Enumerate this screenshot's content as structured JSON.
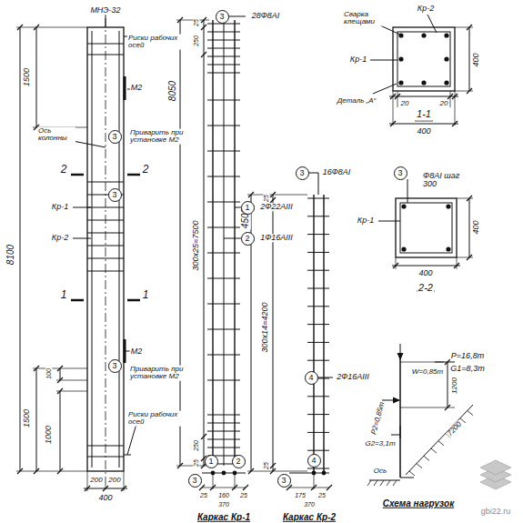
{
  "diagram": {
    "nodes": [
      {
        "text": [
          "3"
        ]
      },
      {
        "text": [
          "3"
        ]
      },
      {
        "text": [
          "3"
        ]
      },
      {
        "text": [
          "3"
        ]
      },
      {
        "text": [
          "1"
        ]
      },
      {
        "text": [
          "2"
        ]
      },
      {
        "text": [
          "3"
        ]
      },
      {
        "text": [
          "4"
        ]
      },
      {
        "text": [
          "3"
        ]
      },
      {
        "text": [
          "1"
        ]
      },
      {
        "text": [
          "2"
        ]
      },
      {
        "text": [
          "3"
        ]
      },
      {
        "text": [
          "4"
        ]
      },
      {
        "text": [
          "3"
        ]
      }
    ],
    "labels": [
      "МНЭ-32",
      "Риски рабочих осей",
      "1500",
      "М2",
      "Приварить при установке М2",
      "Ось колонны",
      "2",
      "2",
      "Кр-1",
      "Кр-2",
      "1",
      "1",
      "8100",
      "М2",
      "Приварить при установке М2",
      "Риски рабочих осей",
      "1500",
      "1000",
      "100",
      "200",
      "200",
      "400",
      "28Ф8АI",
      "25",
      "250",
      "8050",
      "300x25=7500",
      "2Ф22АIII",
      "1Ф16АIII",
      "250",
      "25",
      "16Ф8АI",
      "25",
      "4500",
      "300x14=4200",
      "2Ф16АIII",
      "25",
      "Сварка клещами",
      "Кр-2",
      "Кр-1",
      "Деталь „А“",
      "400",
      "20",
      "20",
      "1-1",
      "400",
      "Ф8АI шаг 300",
      "Кр-1",
      "400",
      "400",
      "2-2",
      "P=16,8т",
      "G1=8,3т",
      "W=0,85т",
      "1200",
      "P2=0,85т",
      "G2=3,1т",
      "7200",
      "Ось",
      "Схема нагрузок",
      "25",
      "160",
      "25",
      "370",
      "175",
      "25",
      "370",
      "Каркас Кр-1",
      "Каркас Кр-2",
      "gbi22.ru"
    ]
  }
}
